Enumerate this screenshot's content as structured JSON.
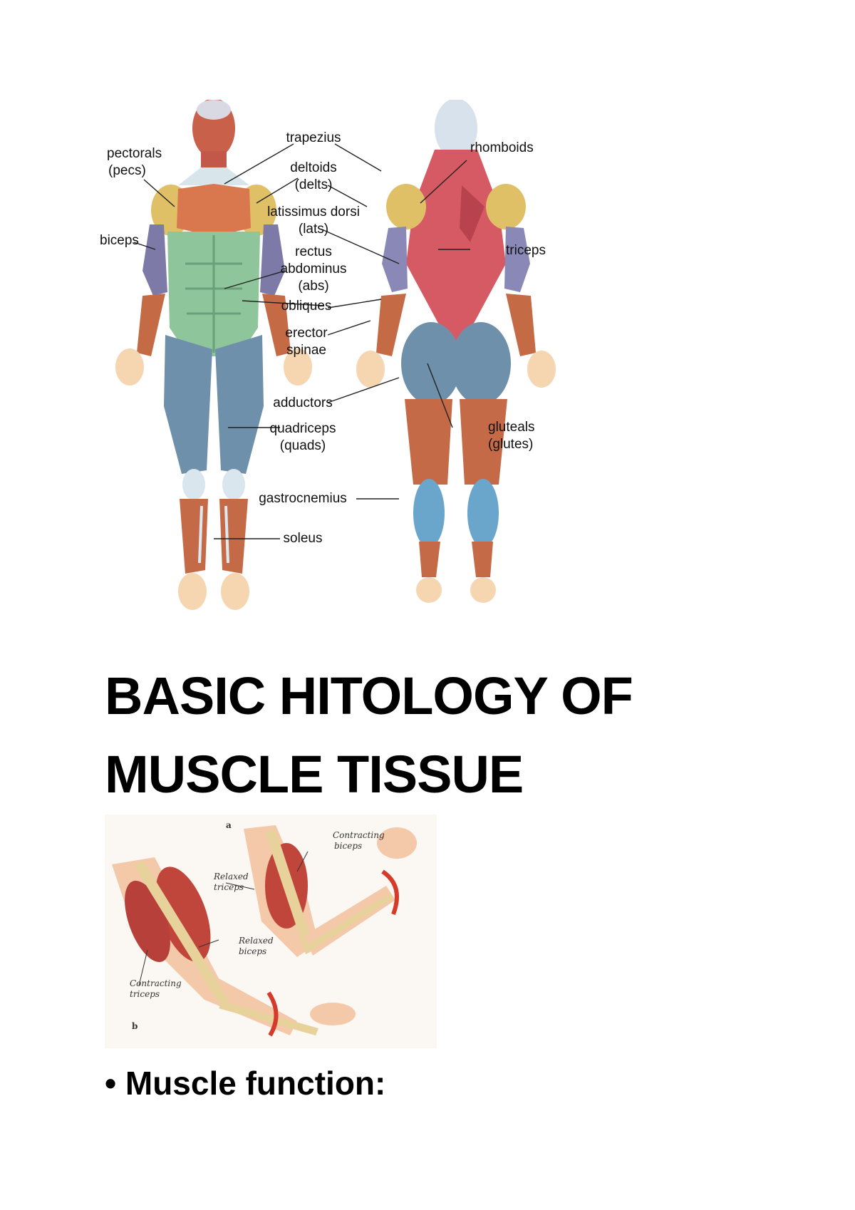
{
  "anatomy_figure": {
    "labels": {
      "pectorals": "pectorals",
      "pecs": "(pecs)",
      "biceps": "biceps",
      "trapezius": "trapezius",
      "deltoids": "deltoids",
      "delts": "(delts)",
      "latissimus": "latissimus dorsi",
      "lats": "(lats)",
      "rectus": "rectus",
      "abdominus": "abdominus",
      "abs": "(abs)",
      "obliques": "obliques",
      "erector": "erector",
      "spinae": "spinae",
      "adductors": "adductors",
      "quadriceps": "quadriceps",
      "quads": "(quads)",
      "gastrocnemius": "gastrocnemius",
      "soleus": "soleus",
      "rhomboids": "rhomboids",
      "triceps": "triceps",
      "gluteals": "gluteals",
      "glutes": "(glutes)"
    }
  },
  "heading": {
    "line1": "BASIC HITOLOGY OF",
    "line2": "MUSCLE TISSUE"
  },
  "arm_figure": {
    "panel_a": "a",
    "panel_b": "b",
    "contracting_biceps_1": "Contracting",
    "contracting_biceps_2": "biceps",
    "relaxed_triceps_1": "Relaxed",
    "relaxed_triceps_2": "triceps",
    "relaxed_biceps_1": "Relaxed",
    "relaxed_biceps_2": "biceps",
    "contracting_triceps_1": "Contracting",
    "contracting_triceps_2": "triceps"
  },
  "bullet": {
    "symbol": "•",
    "text": "Muscle function:"
  }
}
